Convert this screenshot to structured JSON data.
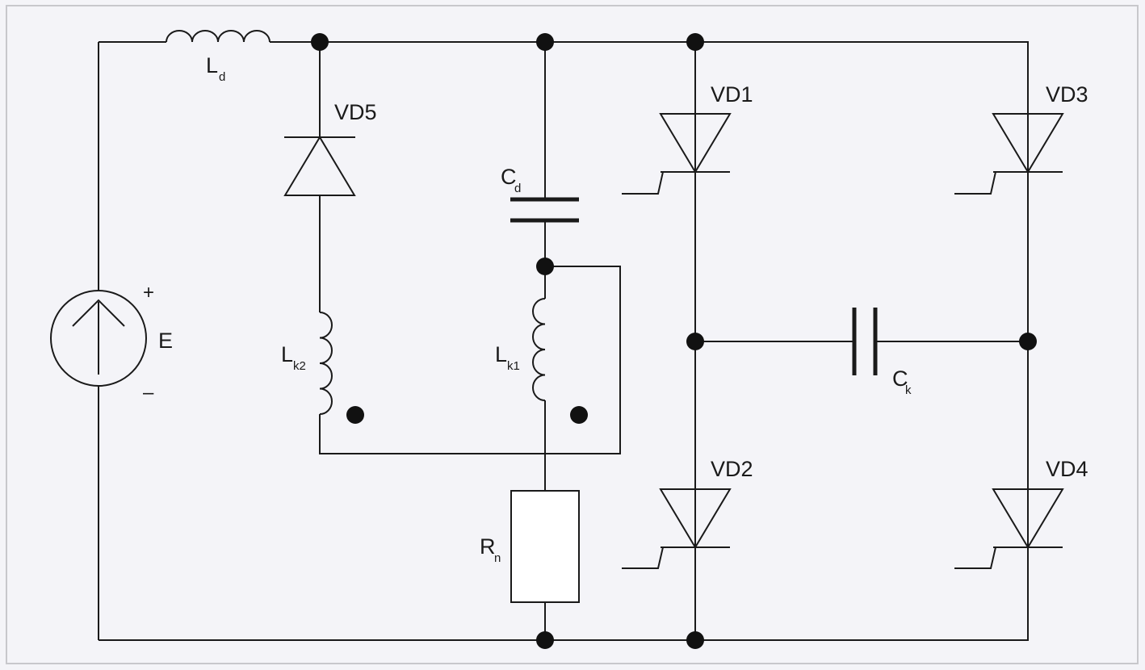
{
  "diagram": {
    "colors": {
      "background": "#f4f4f8",
      "frame": "#c8c8cc",
      "wire": "#1a1a1a",
      "node": "#111111",
      "resistor_fill": "#ffffff"
    },
    "components": {
      "source": {
        "label": "E",
        "plus": "+",
        "minus": "–"
      },
      "inductor_ld": {
        "label": "L",
        "sub": "d"
      },
      "diode_vd5": {
        "label": "VD5"
      },
      "inductor_lk2": {
        "label": "L",
        "sub": "k2"
      },
      "capacitor_cd": {
        "label": "C",
        "sub": "d"
      },
      "inductor_lk1": {
        "label": "L",
        "sub": "k1"
      },
      "resistor_rn": {
        "label": "R",
        "sub": "n"
      },
      "thyristor_vd1": {
        "label": "VD1"
      },
      "thyristor_vd2": {
        "label": "VD2"
      },
      "thyristor_vd3": {
        "label": "VD3"
      },
      "thyristor_vd4": {
        "label": "VD4"
      },
      "capacitor_ck": {
        "label": "C",
        "sub": "k"
      }
    }
  }
}
